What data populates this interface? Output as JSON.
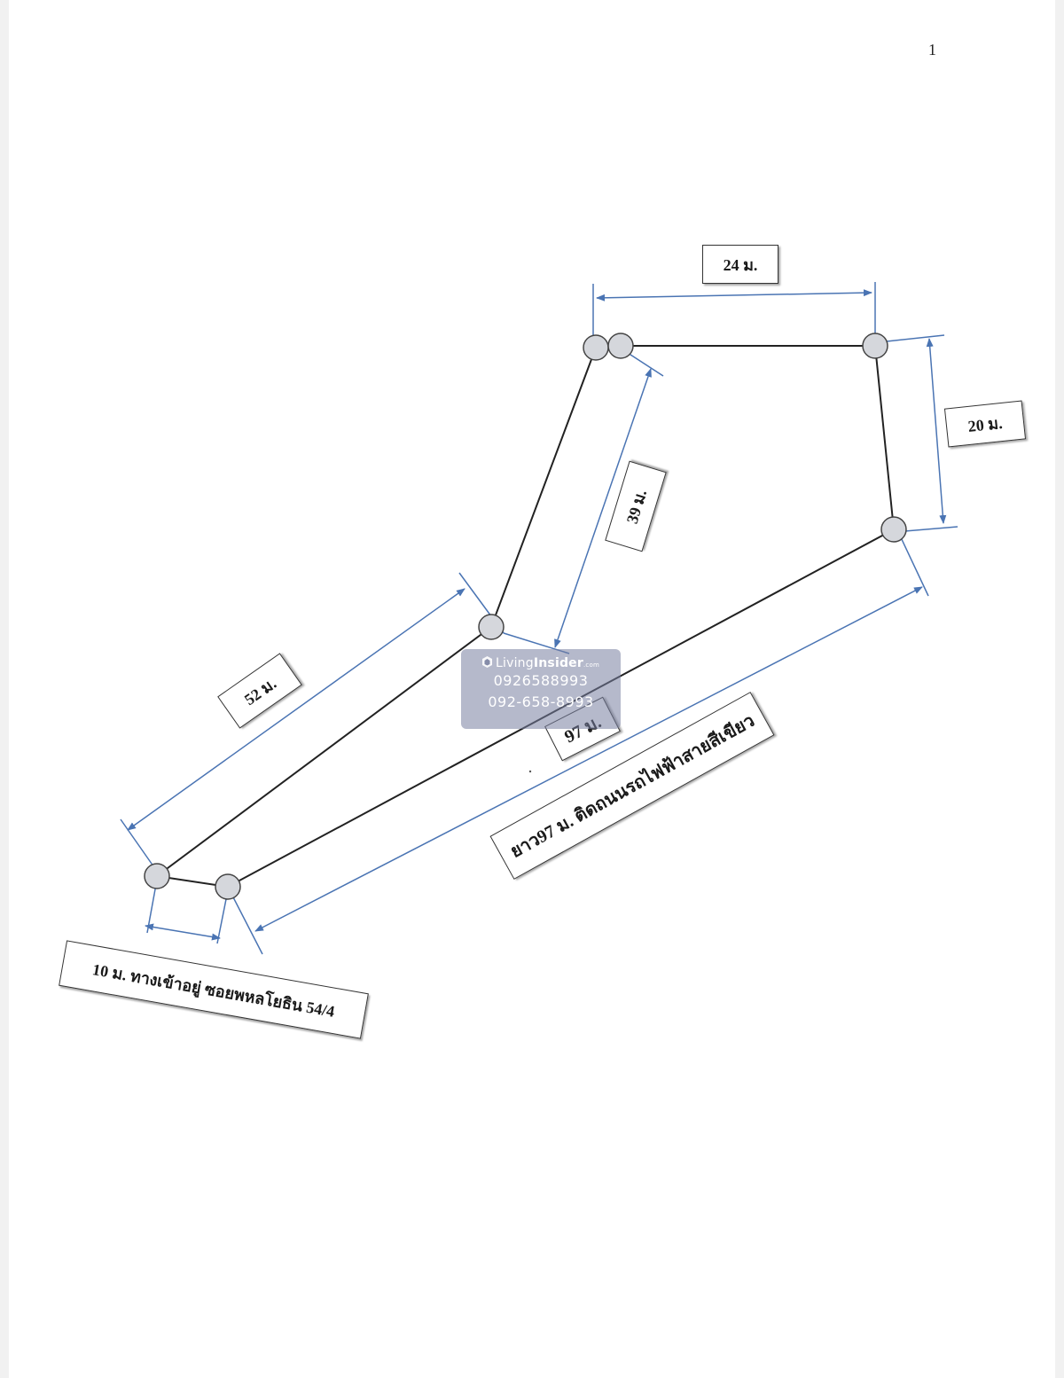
{
  "page": {
    "number": "1"
  },
  "diagram": {
    "dimensions": {
      "top": "24 ม.",
      "right": "20 ม.",
      "upper_left": "39 ม.",
      "lower_left": "52 ม.",
      "long_side": "97 ม."
    },
    "notes": {
      "road": "ยาว97 ม. ติดถนนรถไฟฟ้าสายสีเขียว",
      "entrance": "10 ม. ทางเข้าอยู่ ซอยพหลโยธิน 54/4"
    },
    "colors": {
      "boundary": "#222222",
      "dimension_line": "#4a74b3",
      "marker_fill": "#d5d7dc"
    }
  },
  "watermark": {
    "brand_plain": "Living",
    "brand_bold": "Insider",
    "brand_domain": ".com",
    "phone_1": "0926588993",
    "phone_2": "092-658-8993"
  }
}
